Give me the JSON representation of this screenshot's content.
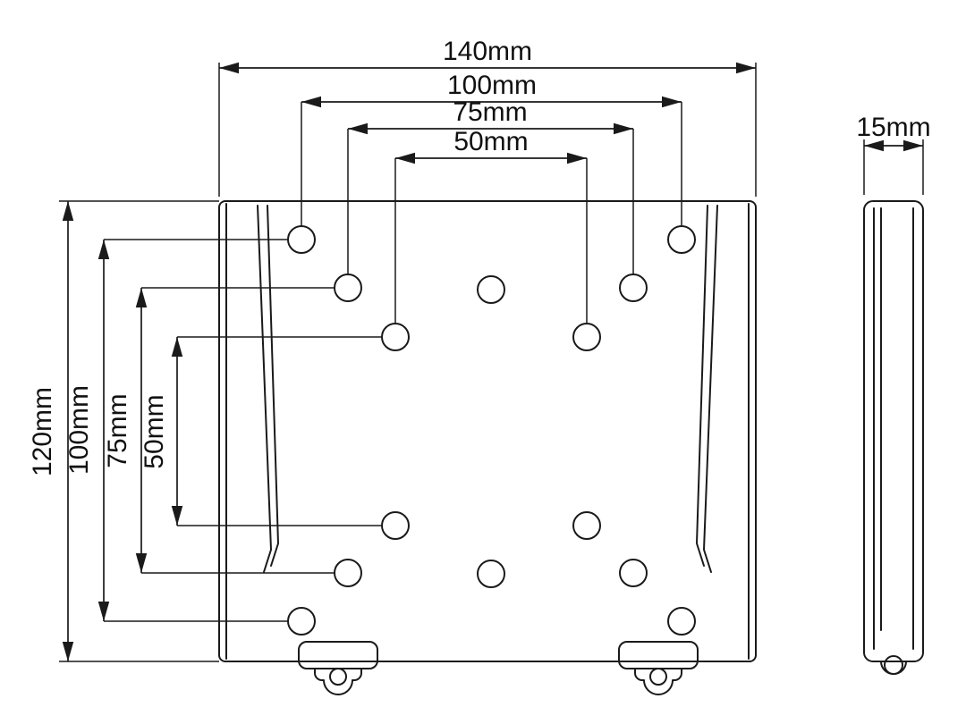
{
  "drawing": {
    "type": "technical-dimension-drawing",
    "subject": "flat wall-mount bracket plate, front view and side view",
    "colors": {
      "line": "#1a1a1a",
      "background": "#ffffff"
    },
    "dims": {
      "top": [
        "140mm",
        "100mm",
        "75mm",
        "50mm"
      ],
      "left": [
        "120mm",
        "100mm",
        "75mm",
        "50mm"
      ],
      "side": [
        "15mm"
      ]
    }
  }
}
